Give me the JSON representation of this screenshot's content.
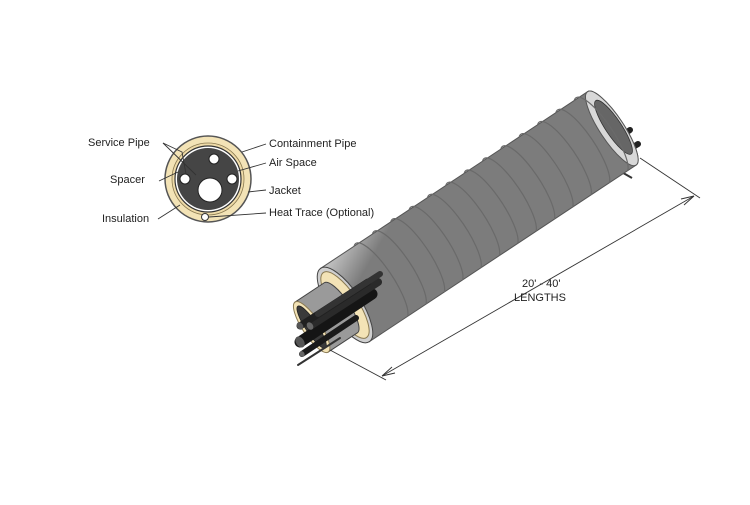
{
  "cross_section": {
    "labels": {
      "service_pipe": "Service Pipe",
      "spacer": "Spacer",
      "insulation": "Insulation",
      "containment_pipe": "Containment Pipe",
      "air_space": "Air Space",
      "jacket": "Jacket",
      "heat_trace": "Heat Trace (Optional)"
    }
  },
  "pipe_assembly": {
    "dimension_line1": "20' - 40'",
    "dimension_line2": "LENGTHS"
  },
  "colors": {
    "insulation": "#f3e3b6",
    "insulation_outline": "#8a7a52",
    "spacer": "#454545",
    "jacket_light": "#e9e9e9",
    "jacket_mid": "#bdbdbd",
    "jacket_dark": "#7c7c7c",
    "pipe_dark": "#1e1e1e",
    "line": "#333333"
  }
}
